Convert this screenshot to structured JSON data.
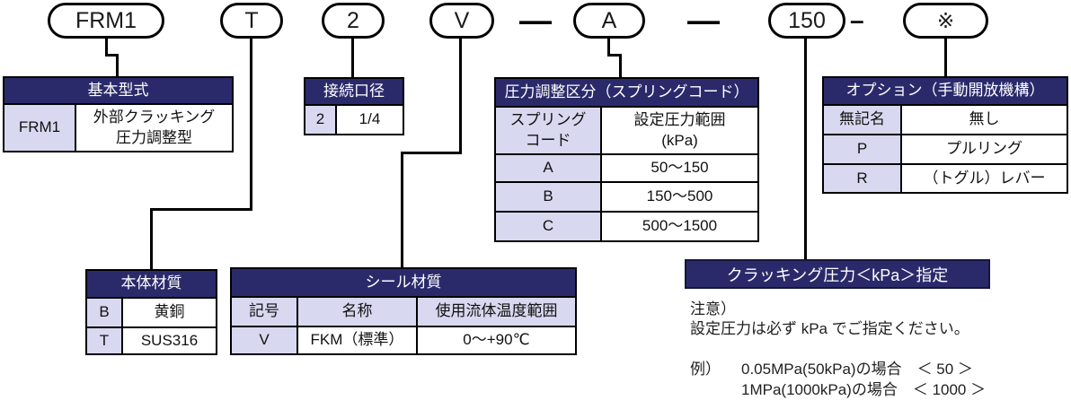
{
  "pills": {
    "basic": "FRM1",
    "body_material": "T",
    "port_size": "2",
    "seal_material": "V",
    "spring_code": "A",
    "cracking_pressure": "150",
    "option": "※"
  },
  "separators": {
    "dash1": "—",
    "dash2": "—",
    "dash3": "–"
  },
  "tables": {
    "basic_model": {
      "title": "基本型式",
      "rows": [
        {
          "code": "FRM1",
          "desc": "外部クラッキング\n圧力調整型"
        }
      ]
    },
    "port_size": {
      "title": "接続口径",
      "rows": [
        {
          "code": "2",
          "desc": "1/4"
        }
      ]
    },
    "pressure_range": {
      "title": "圧力調整区分（スプリングコード）",
      "col_headers": {
        "code": "スプリング\nコード",
        "range": "設定圧力範囲\n(kPa)"
      },
      "rows": [
        {
          "code": "A",
          "range": "50～150"
        },
        {
          "code": "B",
          "range": "150～500"
        },
        {
          "code": "C",
          "range": "500～1500"
        }
      ]
    },
    "option": {
      "title": "オプション（手動開放機構）",
      "rows": [
        {
          "code": "無記名",
          "desc": "無し"
        },
        {
          "code": "P",
          "desc": "プルリング"
        },
        {
          "code": "R",
          "desc": "（トグル）レバー"
        }
      ]
    },
    "body_material": {
      "title": "本体材質",
      "rows": [
        {
          "code": "B",
          "desc": "黄銅"
        },
        {
          "code": "T",
          "desc": "SUS316"
        }
      ]
    },
    "seal_material": {
      "title": "シール材質",
      "col_headers": {
        "code": "記号",
        "name": "名称",
        "temp": "使用流体温度範囲"
      },
      "rows": [
        {
          "code": "V",
          "name": "FKM（標準）",
          "temp": "0～+90℃"
        }
      ]
    },
    "cracking_pressure": {
      "title": "クラッキング圧力＜kPa＞指定"
    }
  },
  "notes": {
    "caution_label": "注意）",
    "caution_text": "設定圧力は必ず kPa でご指定ください。",
    "example_label": "例）",
    "examples": [
      "0.05MPa(50kPa)の場合　＜ 50 ＞",
      "1MPa(1000kPa)の場合　＜ 1000 ＞"
    ]
  },
  "colors": {
    "header_bg": "#2a2a6b",
    "code_cell_bg": "#d8d8f0",
    "line": "#000000"
  }
}
